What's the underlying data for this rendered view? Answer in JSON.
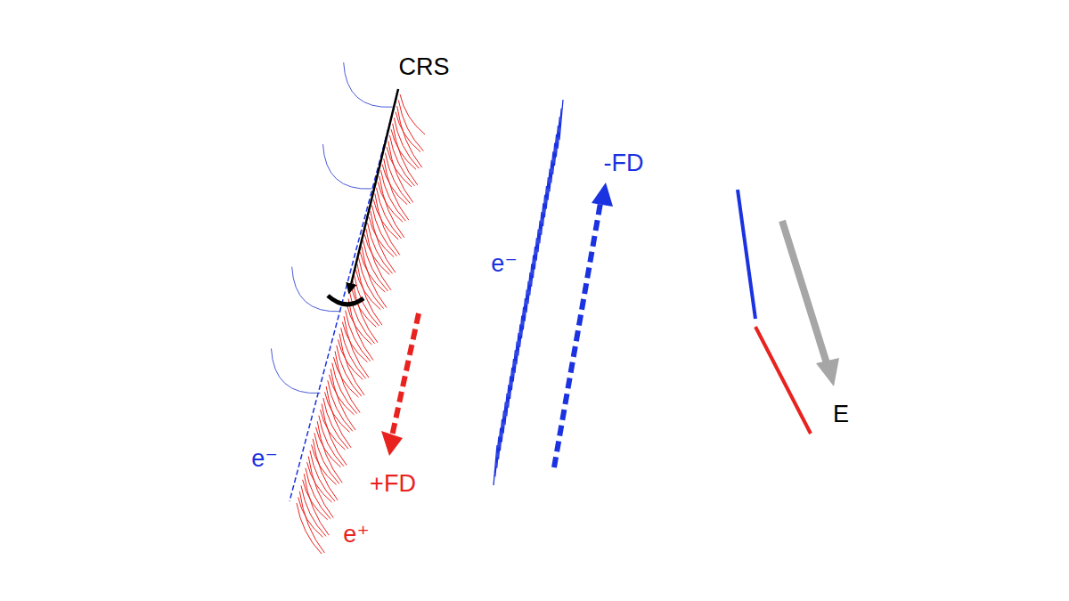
{
  "diagram": {
    "labels": [
      "CRS",
      "e⁻",
      "+FD",
      "e⁺",
      "e⁻",
      "-FD",
      "E"
    ]
  }
}
